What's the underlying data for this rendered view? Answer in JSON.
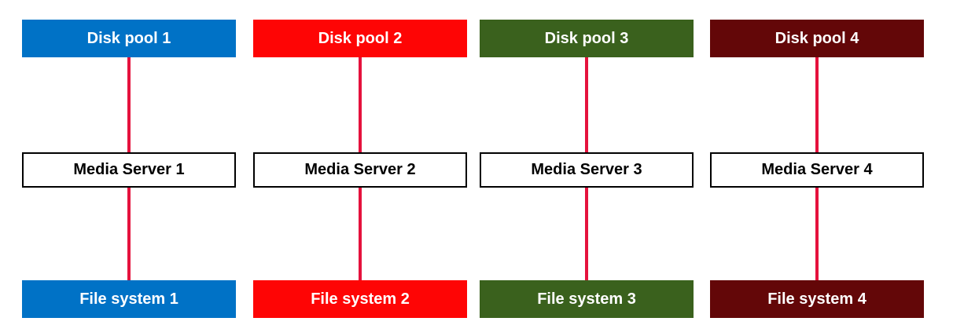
{
  "diagram": {
    "connector_color": "#E5123D",
    "media_server_border_color": "#000000",
    "columns": [
      {
        "color": "#0072C6",
        "disk_pool_label": "Disk pool 1",
        "media_server_label": "Media Server 1",
        "file_system_label": "File system 1"
      },
      {
        "color": "#FE0505",
        "disk_pool_label": "Disk pool 2",
        "media_server_label": "Media Server 2",
        "file_system_label": "File system 2"
      },
      {
        "color": "#3A611D",
        "disk_pool_label": "Disk pool 3",
        "media_server_label": "Media Server 3",
        "file_system_label": "File system 3"
      },
      {
        "color": "#630708",
        "disk_pool_label": "Disk pool 4",
        "media_server_label": "Media Server 4",
        "file_system_label": "File system 4"
      }
    ]
  }
}
